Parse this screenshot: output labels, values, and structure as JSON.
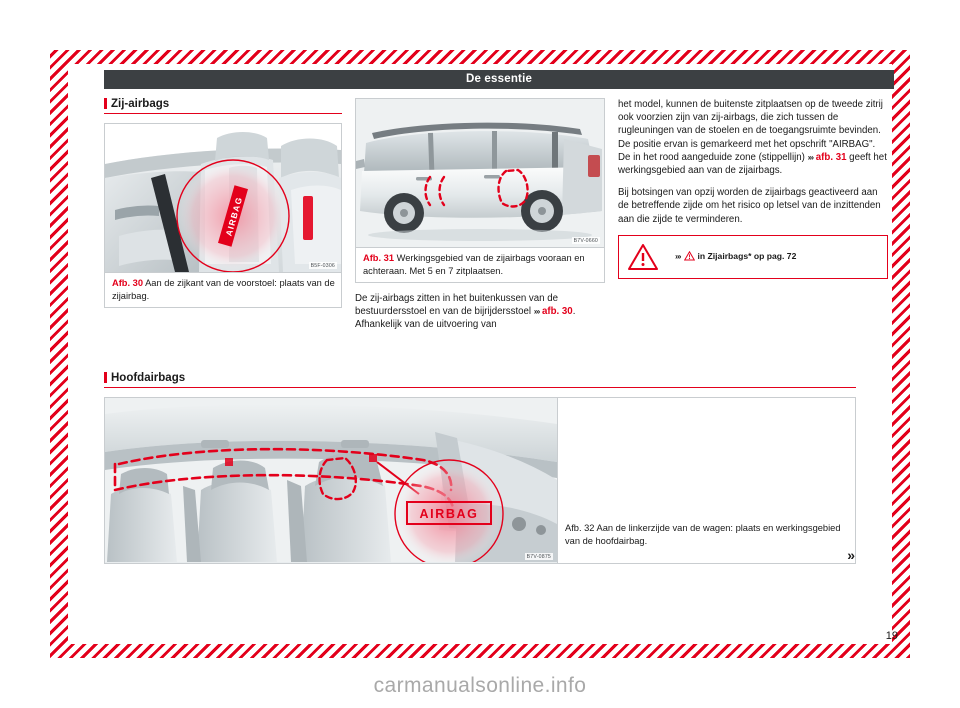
{
  "document": {
    "header_title": "De essentie",
    "page_number": "19",
    "watermark": "carmanualsonline.info",
    "next_page_arrow": "»"
  },
  "colors": {
    "accent_red": "#e3001b",
    "header_bar": "#3c4043",
    "text": "#1a1a1a",
    "figure_bg": "#e9edef",
    "border": "#c9cdd0"
  },
  "sections": {
    "side_airbags": {
      "heading": "Zij-airbags",
      "figure_30": {
        "code": "B5F-0306",
        "label": "Afb. 30",
        "caption": "Aan de zijkant van de voorstoel: plaats van de zijairbag.",
        "airbag_tag": "AIRBAG"
      },
      "figure_31": {
        "code": "B7V-0660",
        "label": "Afb. 31",
        "caption": "Werkingsgebied van de zijairbags vooraan en achteraan. Met 5 en 7 zitplaatsen."
      },
      "body_mid": {
        "line1": "De zij-airbags zitten in het buitenkussen van de bestuurdersstoel en van de bijrijdersstoel ",
        "ref": "afb. 30",
        "line2": ". Afhankelijk van de uitvoering van"
      },
      "body_right_1": {
        "part1": "het model, kunnen de buitenste zitplaatsen op de tweede zitrij ook voorzien zijn van zij-airbags, die zich tussen de rugleuningen van de stoelen en de toegangsruimte bevinden. De positie ervan is gemarkeerd met het opschrift \"AIRBAG\". De in het rood aangeduide zone (stippellijn) ",
        "ref": "afb. 31",
        "part2": " geeft het werkingsgebied aan van de zijairbags."
      },
      "body_right_2": "Bij botsingen van opzij worden de zijairbags geactiveerd aan de betreffende zijde om het risico op letsel van de inzittenden aan die zijde te verminderen.",
      "warning": {
        "chevron": "›››",
        "text": "in Zijairbags* op pag. 72"
      }
    },
    "head_airbags": {
      "heading": "Hoofdairbags",
      "figure_32": {
        "code": "B7V-0875",
        "label": "Afb. 32",
        "caption": "Aan de linkerzijde van de wagen: plaats en werkingsgebied van de hoofdairbag.",
        "airbag_tag": "AIRBAG"
      }
    }
  }
}
